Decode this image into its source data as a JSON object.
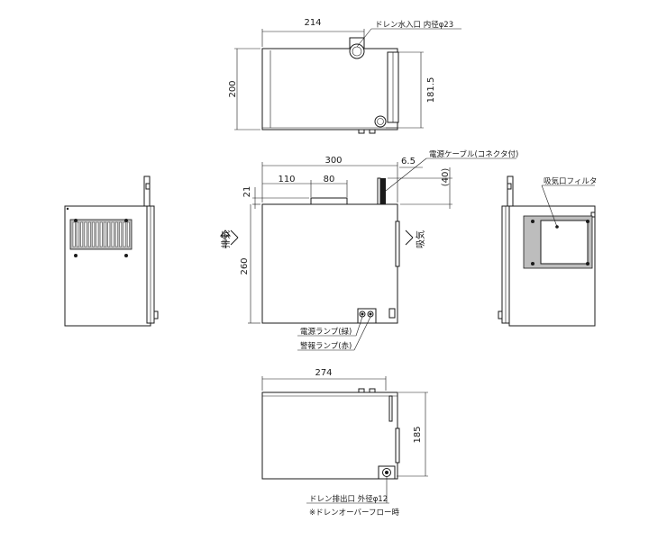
{
  "dimensions": {
    "top_width": "214",
    "top_height": "200",
    "top_depth": "181.5",
    "front_width": "300",
    "offset_a": "110",
    "offset_b": "80",
    "offset_top": "21",
    "front_height": "260",
    "cable_offset": "6.5",
    "cable_height": "(40)",
    "bottom_width": "274",
    "bottom_depth": "185"
  },
  "callouts": {
    "drain_inlet": "ドレン水入口 内径φ23",
    "power_cable": "電源ケーブル(コネクタ付)",
    "intake_filter": "吸気口フィルタ",
    "power_lamp": "電源ランプ(緑)",
    "alarm_lamp": "警報ランプ(赤)",
    "drain_outlet": "ドレン排出口 外径φ12",
    "overflow_note": "※ドレンオーバーフロー時"
  },
  "airflow": {
    "exhaust": "排気",
    "intake": "吸気"
  }
}
